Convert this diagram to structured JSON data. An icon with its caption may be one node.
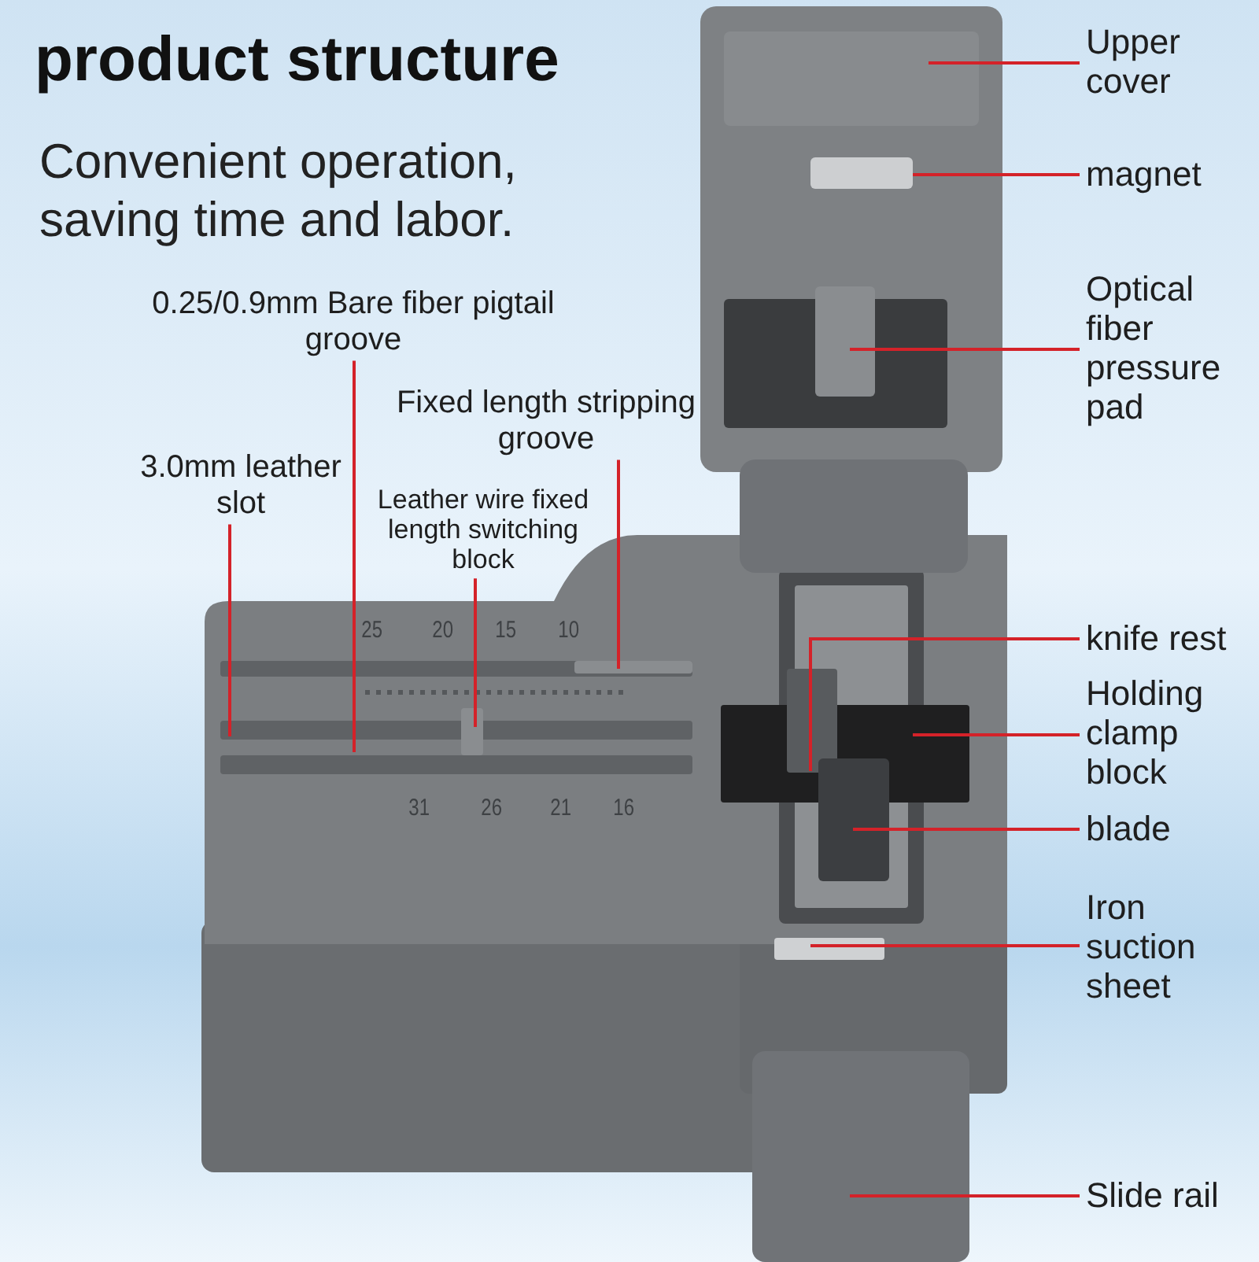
{
  "diagram": {
    "title": "product structure",
    "nodes": [
      {
        "text": [
          "Upper cover"
        ]
      },
      {
        "text": [
          "magnet"
        ]
      },
      {
        "text": [
          "Optical fiber pressure pad"
        ]
      },
      {
        "text": [
          "knife rest"
        ]
      },
      {
        "text": [
          "Holding clamp block"
        ]
      },
      {
        "text": [
          "blade"
        ]
      },
      {
        "text": [
          "Iron suction sheet"
        ]
      },
      {
        "text": [
          "Slide rail"
        ]
      },
      {
        "text": [
          "0.25/0.9mm Bare fiber pigtail groove"
        ]
      },
      {
        "text": [
          "Fixed length stripping groove"
        ]
      },
      {
        "text": [
          "3.0mm leather slot"
        ]
      },
      {
        "text": [
          "Leather wire fixed length switching block"
        ]
      }
    ],
    "edges": [
      {
        "from": 0,
        "to": null,
        "arrow": "none"
      },
      {
        "from": 1,
        "to": null,
        "arrow": "none"
      },
      {
        "from": 2,
        "to": null,
        "arrow": "none"
      },
      {
        "from": 3,
        "to": null,
        "arrow": "none"
      },
      {
        "from": 4,
        "to": null,
        "arrow": "none"
      },
      {
        "from": 5,
        "to": null,
        "arrow": "none"
      },
      {
        "from": 6,
        "to": null,
        "arrow": "none"
      },
      {
        "from": 7,
        "to": null,
        "arrow": "none"
      },
      {
        "from": 8,
        "to": null,
        "arrow": "none"
      },
      {
        "from": 9,
        "to": null,
        "arrow": "none"
      },
      {
        "from": 10,
        "to": null,
        "arrow": "none"
      },
      {
        "from": 11,
        "to": null,
        "arrow": "none"
      }
    ],
    "labels": [
      "Convenient operation, saving time and labor.",
      "25",
      "20",
      "15",
      "10",
      "31",
      "26",
      "21",
      "16"
    ]
  }
}
